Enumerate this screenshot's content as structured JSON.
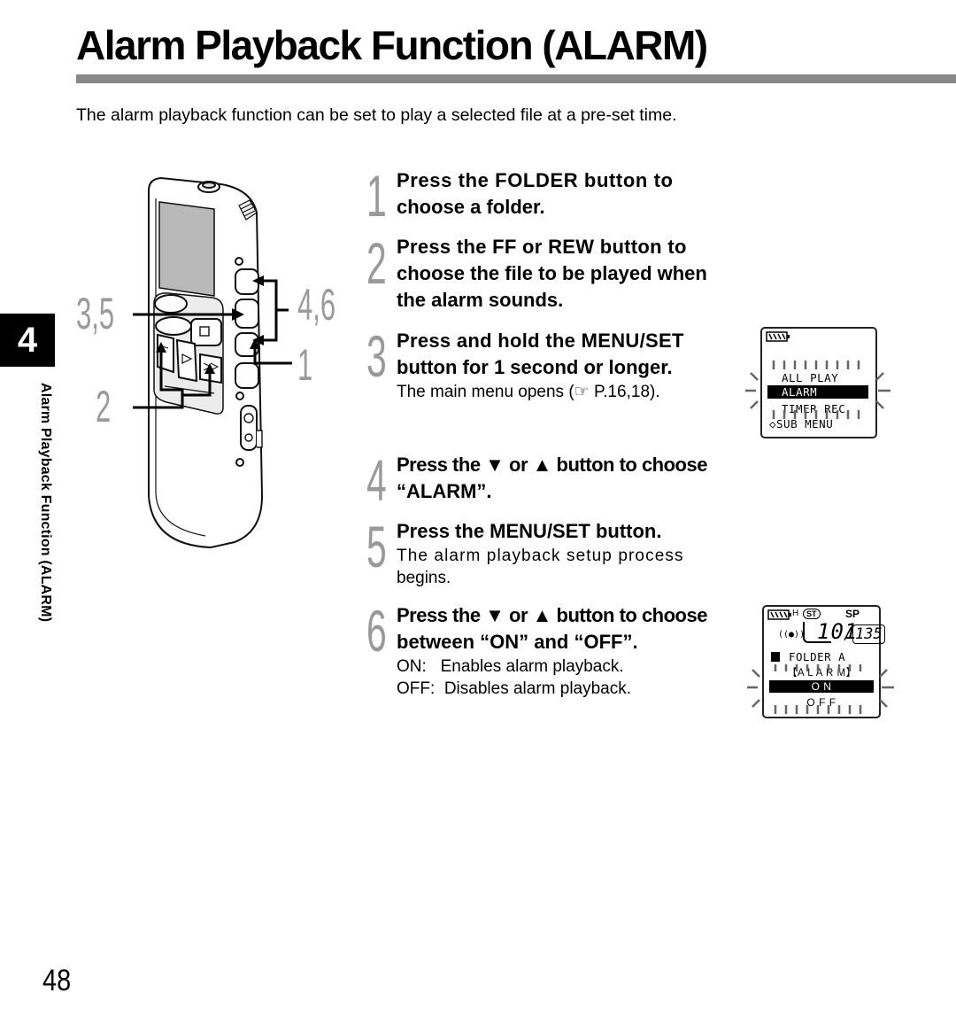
{
  "title": "Alarm Playback Function (ALARM)",
  "intro": "The alarm playback function can be set to play a selected file at a pre-set time.",
  "chapter_tab": "4",
  "sidebar_label": "Alarm Playback Function (ALARM)",
  "page_number": "48",
  "callouts": {
    "c35": "3,5",
    "c46": "4,6",
    "c1": "1",
    "c2": "2"
  },
  "steps": [
    {
      "num": "1",
      "lines": [
        "Press the FOLDER button to",
        "choose a folder."
      ]
    },
    {
      "num": "2",
      "lines": [
        "Press the FF or REW button to",
        "choose the file to be played when",
        "the alarm sounds."
      ]
    },
    {
      "num": "3",
      "lines": [
        "Press and hold the MENU/SET",
        "button for 1 second or longer."
      ],
      "sub": [
        "The main menu opens (☞ P.16,18)."
      ]
    },
    {
      "num": "4",
      "lines": [
        "Press the ▼ or ▲ button to choose",
        "“ALARM”."
      ]
    },
    {
      "num": "5",
      "lines": [
        "Press the MENU/SET button."
      ],
      "sub": [
        "The alarm playback setup process",
        "begins."
      ]
    },
    {
      "num": "6",
      "lines": [
        "Press the ▼ or ▲ button to choose",
        "between “ON” and “OFF”."
      ],
      "sub": [
        "ON:   Enables alarm playback.",
        "OFF:  Disables alarm playback."
      ]
    }
  ],
  "lcd1": {
    "items": [
      "ALL PLAY",
      "ALARM",
      "TIMER REC",
      "◇SUB MENU"
    ]
  },
  "lcd2": {
    "mode": "SP",
    "st": "ST",
    "h": "H",
    "number": "101",
    "total": "135",
    "folder": "FOLDER A",
    "alarm": "【A L A R M】",
    "on": "O N",
    "off": "O F F"
  }
}
